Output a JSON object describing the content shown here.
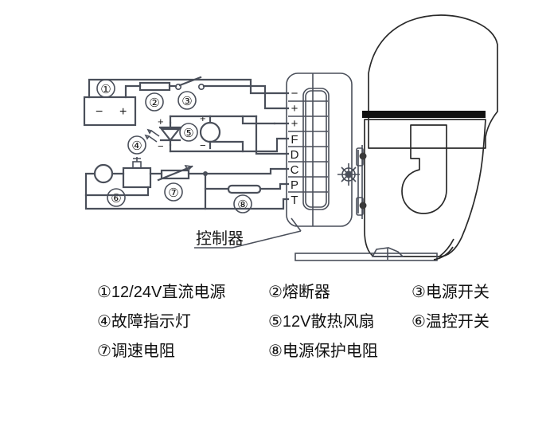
{
  "diagram": {
    "title_label": "控制器",
    "controller": {
      "name": "控制器",
      "terminals": [
        "−",
        "+",
        "+",
        "F",
        "D",
        "C",
        "P",
        "T"
      ],
      "knob_icon": "screw-head-icon"
    },
    "components": {
      "battery": {
        "number": "①",
        "minus": "−",
        "plus": "+"
      },
      "fuse": {
        "number": "②"
      },
      "power_switch": {
        "number": "③"
      },
      "fault_led": {
        "number": "④",
        "plus": "+",
        "minus": "−"
      },
      "fan": {
        "number": "⑤",
        "plus": "+",
        "minus": "−"
      },
      "thermal_switch": {
        "number": "⑥"
      },
      "speed_resistor": {
        "number": "⑦"
      },
      "protect_resistor": {
        "number": "⑧"
      }
    },
    "helmet": {
      "name": "welding-helmet-outline",
      "visor_color": "#111111"
    },
    "colors": {
      "line": "#4a4f5a",
      "dark": "#111111",
      "fill": "#ffffff"
    }
  },
  "legend": {
    "rows": [
      [
        {
          "number": "①",
          "label": "①12/24V直流电源"
        },
        {
          "number": "②",
          "label": "②熔断器"
        },
        {
          "number": "③",
          "label": "③电源开关"
        }
      ],
      [
        {
          "number": "④",
          "label": "④故障指示灯"
        },
        {
          "number": "⑤",
          "label": "⑤12V散热风扇"
        },
        {
          "number": "⑥",
          "label": "⑥温控开关"
        }
      ],
      [
        {
          "number": "⑦",
          "label": "⑦调速电阻"
        },
        {
          "number": "⑧",
          "label": "⑧电源保护电阻"
        },
        {
          "number": "",
          "label": ""
        }
      ]
    ]
  }
}
